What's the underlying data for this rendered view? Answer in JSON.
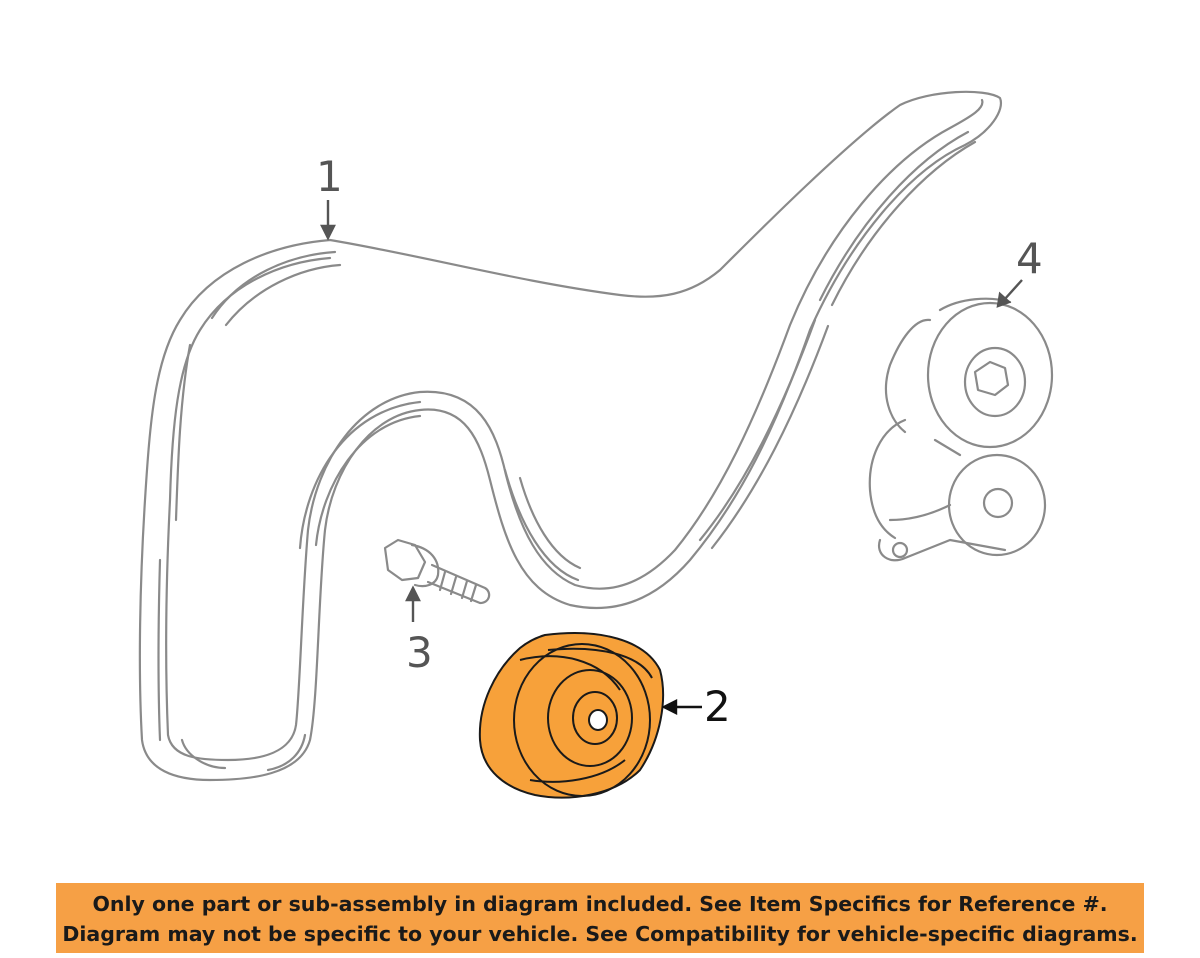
{
  "callouts": {
    "belt": "1",
    "idler_pulley": "2",
    "bolt": "3",
    "tensioner": "4"
  },
  "colors": {
    "line": "#8a8a8a",
    "highlight_fill": "#f7a13a",
    "highlight_stroke": "#1a1a1a",
    "banner": "#f6a045"
  },
  "banner": {
    "line1": "Only one part or sub-assembly in diagram included. See Item Specifics for Reference #.",
    "line2": "Diagram may not be specific to your vehicle. See Compatibility for vehicle-specific diagrams."
  }
}
